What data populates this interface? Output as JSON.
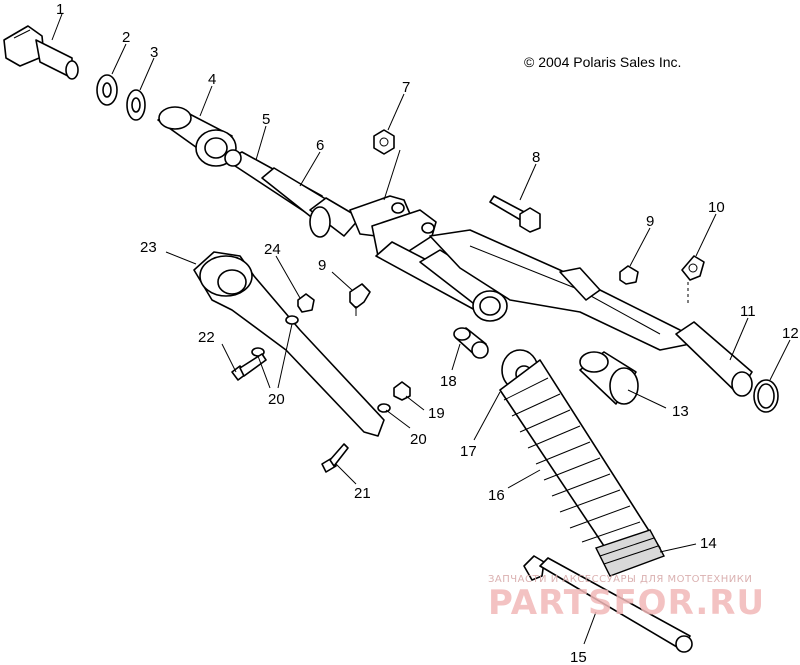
{
  "copyright": "© 2004 Polaris Sales Inc.",
  "watermark": {
    "tagline": "ЗАПЧАСТИ И АКСЕССУАРЫ ДЛЯ МОТОТЕХНИКИ",
    "site": "PARTSFOR.RU"
  },
  "callouts": {
    "c1": "1",
    "c2": "2",
    "c3": "3",
    "c4": "4",
    "c5": "5",
    "c6": "6",
    "c7": "7",
    "c8": "8",
    "c9a": "9",
    "c9b": "9",
    "c10": "10",
    "c11": "11",
    "c12": "12",
    "c13": "13",
    "c14": "14",
    "c15": "15",
    "c16": "16",
    "c17": "17",
    "c18": "18",
    "c19": "19",
    "c20a": "20",
    "c20b": "20",
    "c21": "21",
    "c22": "22",
    "c23": "23",
    "c24": "24"
  }
}
